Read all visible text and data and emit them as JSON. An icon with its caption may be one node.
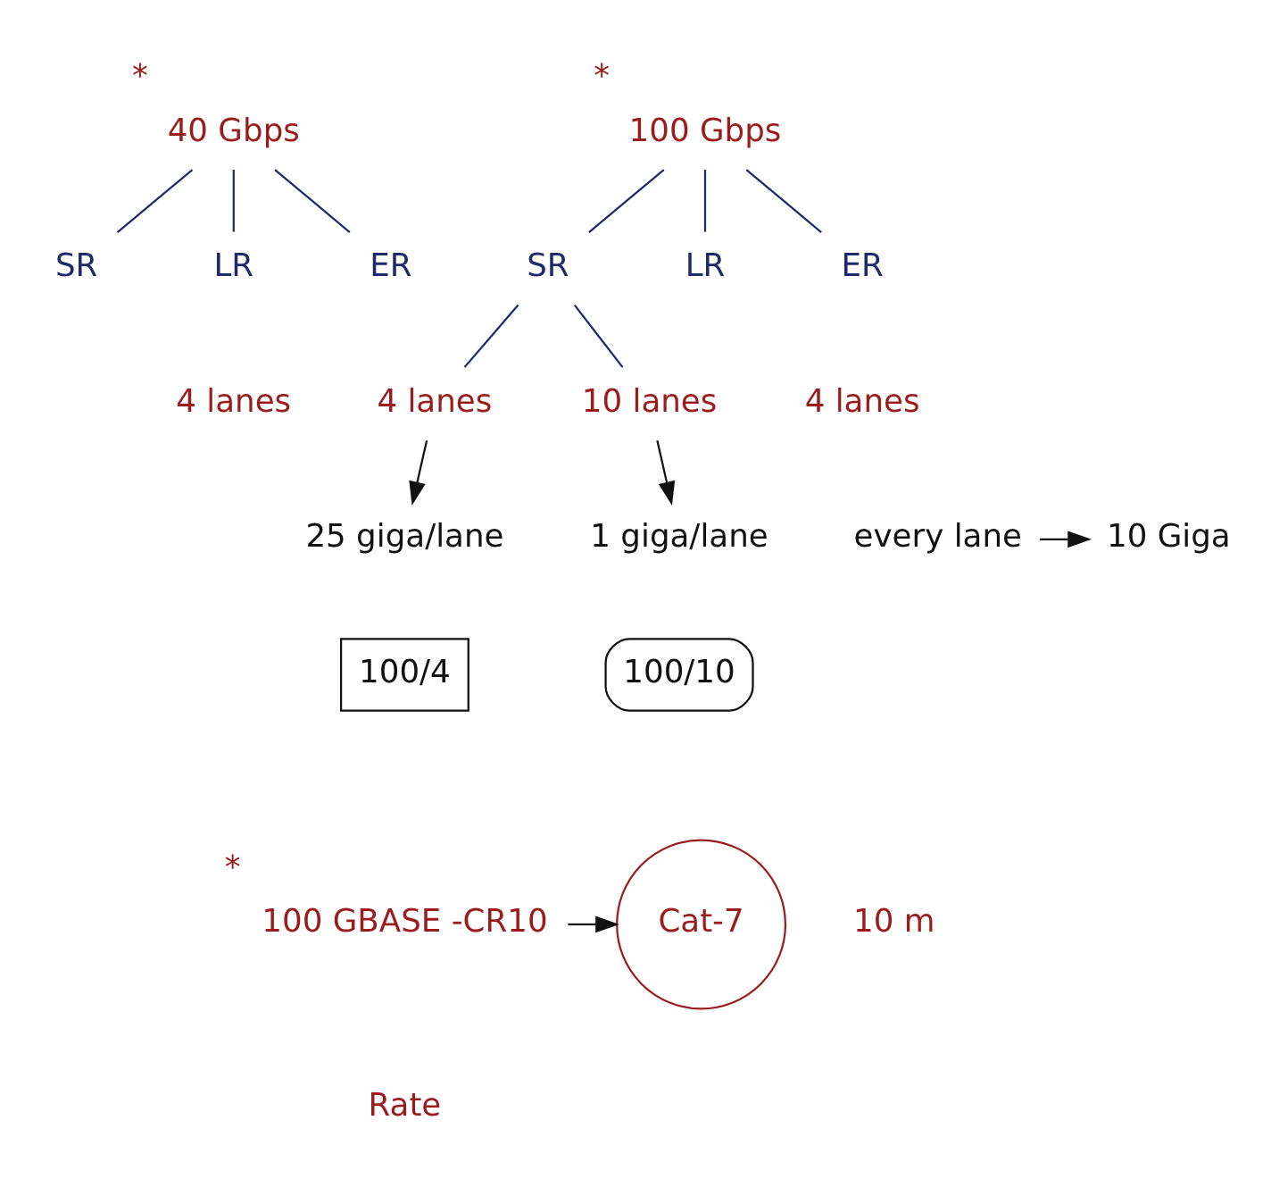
{
  "diagram": {
    "nodes": [
      {
        "text": [
          "40 Gbps"
        ],
        "beside": [
          "*"
        ]
      },
      {
        "text": [
          "SR"
        ]
      },
      {
        "text": [
          "LR"
        ]
      },
      {
        "text": [
          "ER"
        ]
      },
      {
        "text": [
          "100 Gbps"
        ],
        "beside": [
          "*"
        ]
      },
      {
        "text": [
          "SR"
        ]
      },
      {
        "text": [
          "LR"
        ]
      },
      {
        "text": [
          "ER"
        ]
      },
      {
        "text": [
          "4 lanes"
        ]
      },
      {
        "text": [
          "10 lanes"
        ]
      },
      {
        "text": [
          "25 giga/lane"
        ]
      },
      {
        "text": [
          "1 giga/lane"
        ]
      },
      {
        "text": [
          "100/4"
        ]
      },
      {
        "text": [
          "100/10"
        ]
      },
      {
        "text": [
          "every lane"
        ]
      },
      {
        "text": [
          "10 Giga"
        ]
      },
      {
        "text": [
          "100 GBASE -CR10"
        ],
        "beside": [
          "*"
        ]
      },
      {
        "text": [
          "Cat-7"
        ]
      }
    ],
    "edges": [
      {
        "from": 0,
        "to": 1,
        "arrow": "none"
      },
      {
        "from": 0,
        "to": 2,
        "arrow": "none"
      },
      {
        "from": 0,
        "to": 3,
        "arrow": "none"
      },
      {
        "from": 4,
        "to": 5,
        "arrow": "none"
      },
      {
        "from": 4,
        "to": 6,
        "arrow": "none"
      },
      {
        "from": 4,
        "to": 7,
        "arrow": "none"
      },
      {
        "from": 5,
        "to": 8,
        "arrow": "none"
      },
      {
        "from": 5,
        "to": 9,
        "arrow": "none"
      },
      {
        "from": 8,
        "to": 10,
        "arrow": "to",
        "color": "#111111"
      },
      {
        "from": 9,
        "to": 11,
        "arrow": "to",
        "color": "#111111"
      },
      {
        "from": 14,
        "to": 15,
        "arrow": "to",
        "color": "#111111"
      },
      {
        "from": 16,
        "to": 17,
        "arrow": "to",
        "color": "#111111"
      }
    ],
    "labels": [
      "4 lanes",
      "4 lanes",
      "Rate",
      "10 m"
    ]
  }
}
